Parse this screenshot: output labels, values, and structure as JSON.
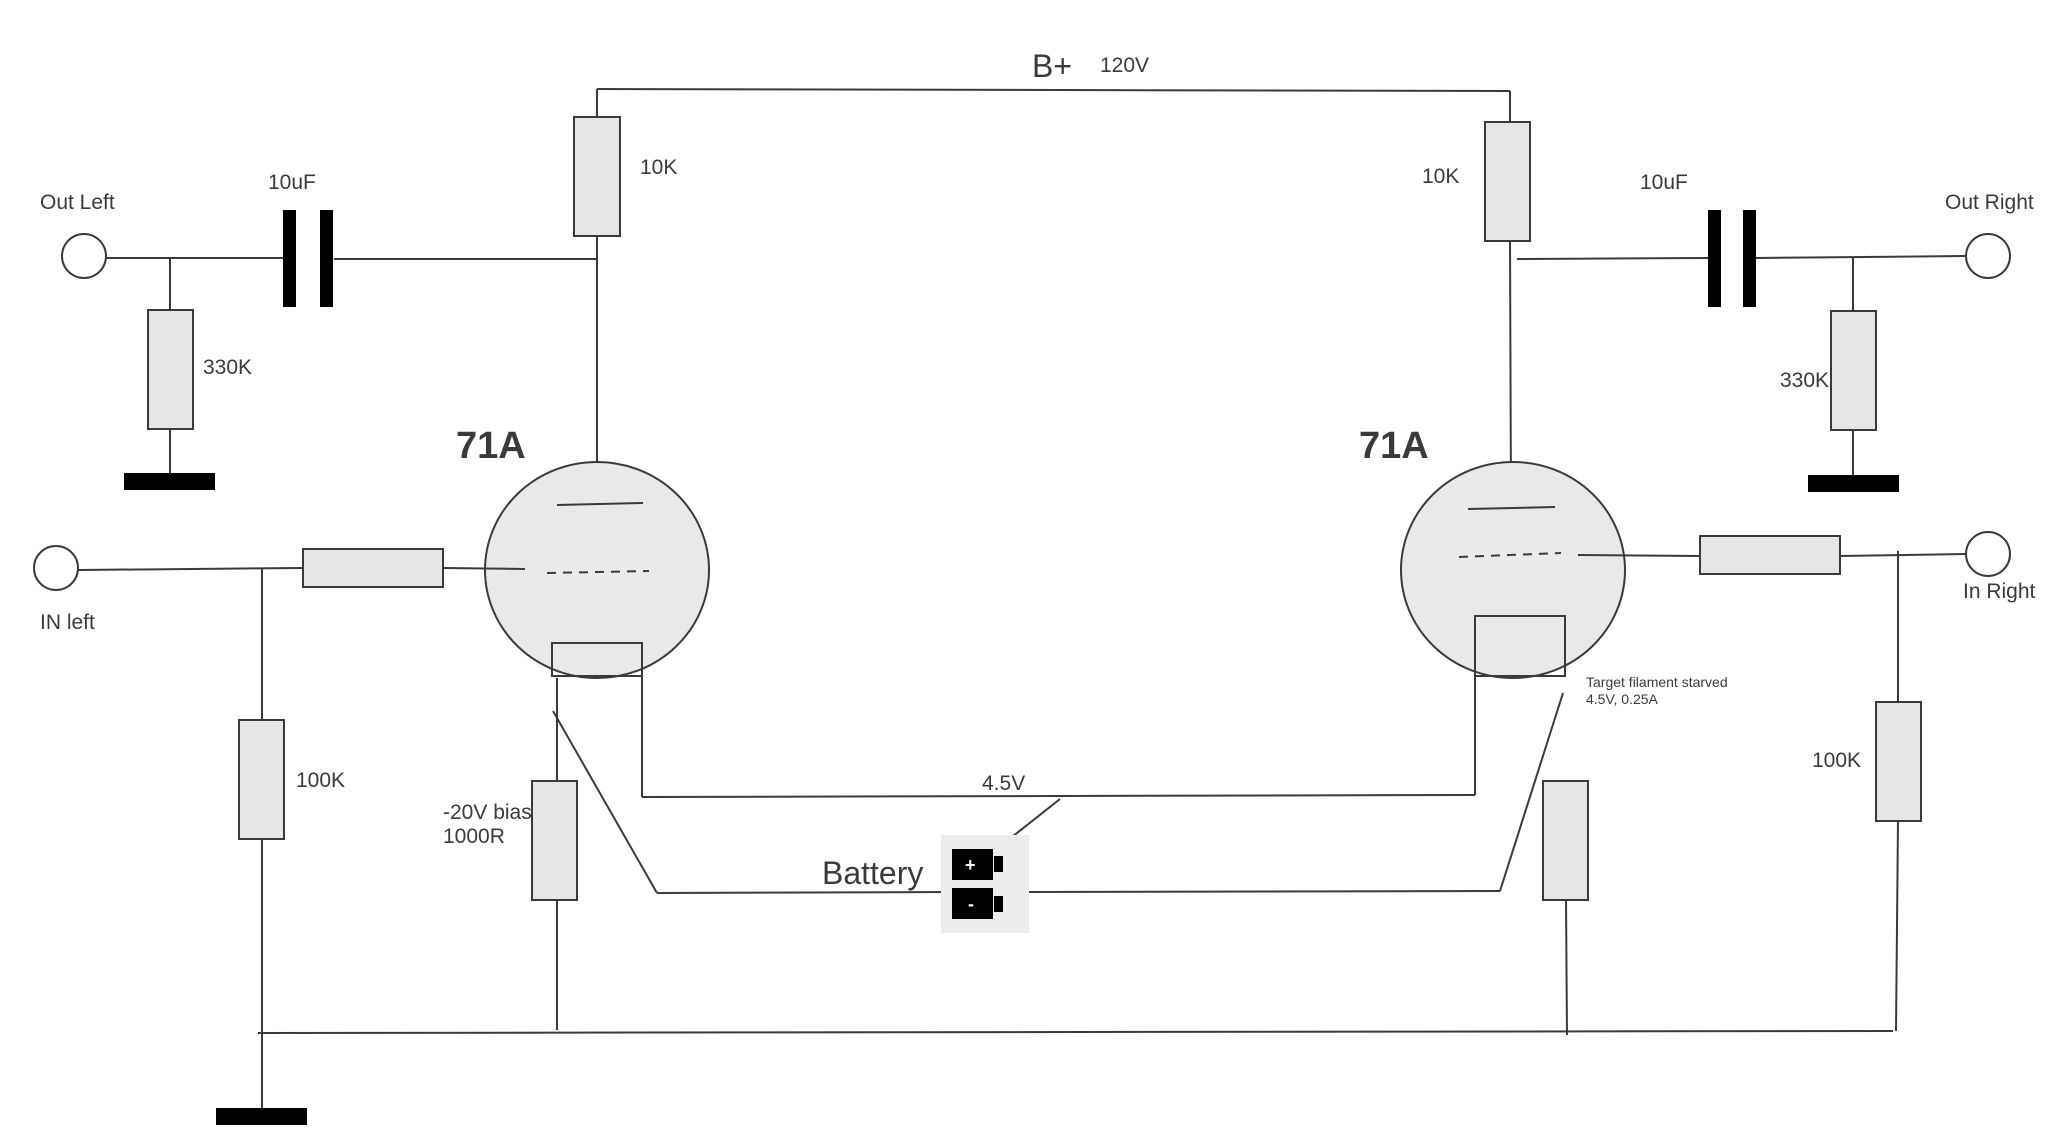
{
  "supply": {
    "rail_label": "B+",
    "rail_voltage": "120V"
  },
  "left_channel": {
    "output_label": "Out Left",
    "input_label": "IN left",
    "coupling_cap": "10uF",
    "plate_resistor": "10K",
    "output_resistor": "330K",
    "grid_resistor": "100K",
    "tube_label": "71A",
    "bias_label_line1": "-20V bias",
    "bias_label_line2": "1000R"
  },
  "right_channel": {
    "output_label": "Out Right",
    "input_label": "In Right",
    "coupling_cap": "10uF",
    "plate_resistor": "10K",
    "output_resistor": "330K",
    "grid_resistor": "100K",
    "tube_label": "71A"
  },
  "filament": {
    "voltage": "4.5V",
    "battery_label": "Battery",
    "battery_plus": "+",
    "battery_minus": "-",
    "note_line1": "Target filament starved",
    "note_line2": "4.5V, 0.25A"
  }
}
